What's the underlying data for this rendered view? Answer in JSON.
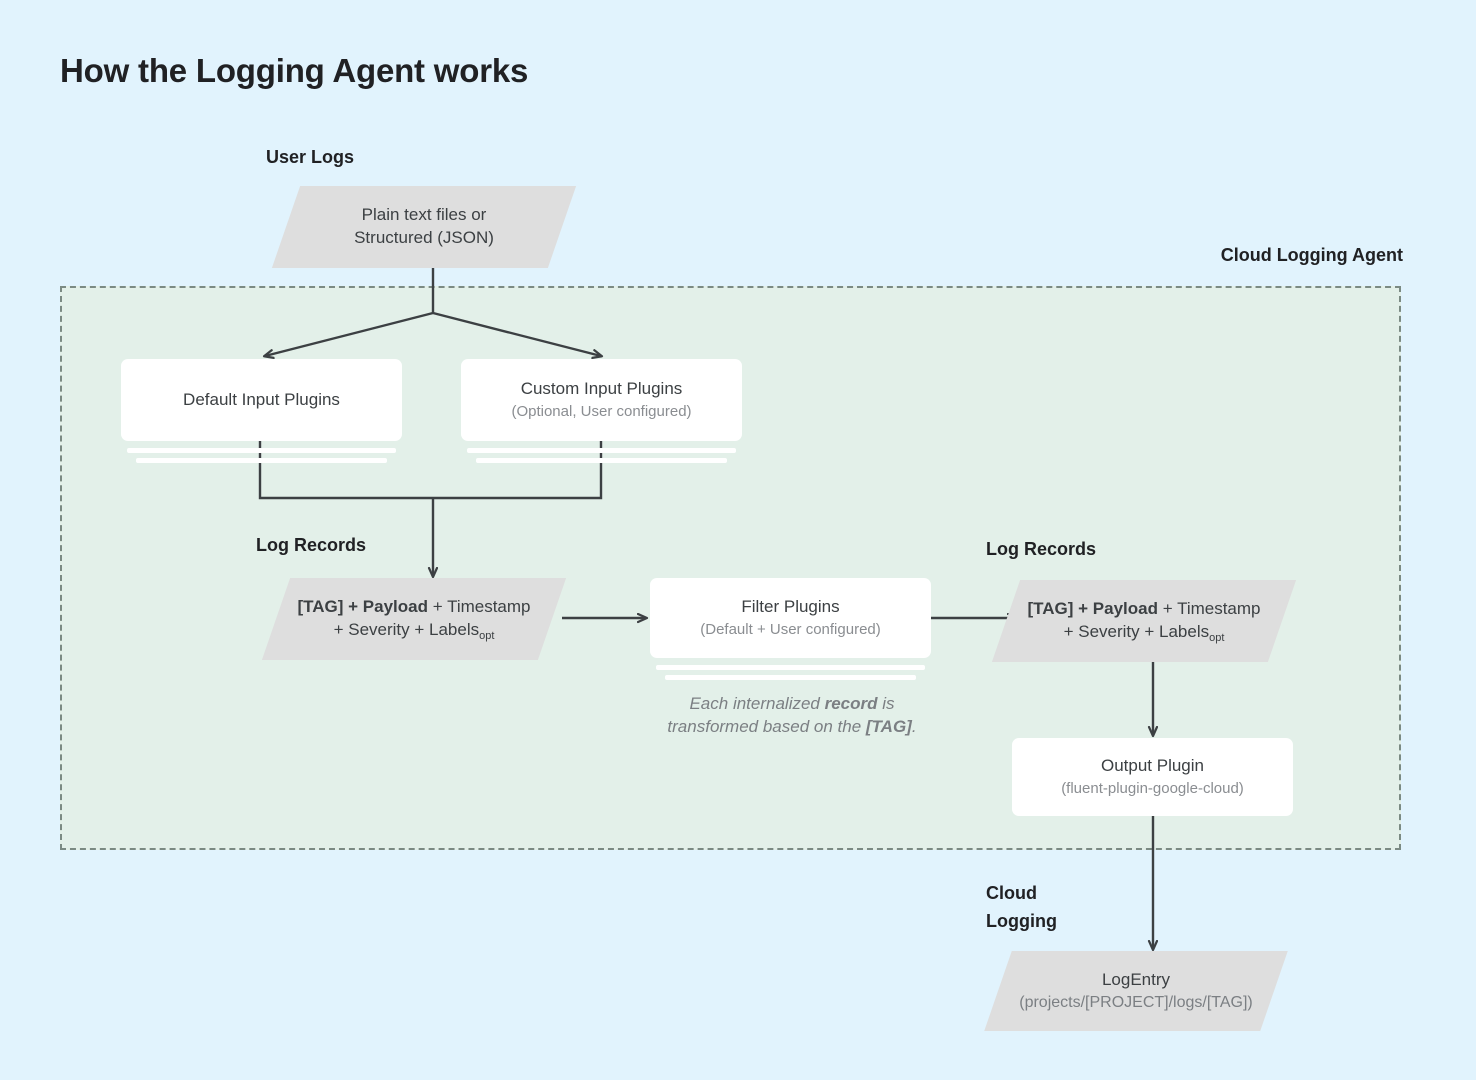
{
  "page": {
    "title": "How the Logging Agent works",
    "background_color": "#e1f3fd",
    "agent_region_color": "#e3f0e9",
    "node_fill_color": "#dedede",
    "card_color": "#ffffff",
    "line_color": "#3c4043"
  },
  "labels": {
    "user_logs": "User Logs",
    "cloud_logging_agent": "Cloud Logging Agent",
    "log_records_left": "Log Records",
    "log_records_right": "Log Records",
    "cloud_logging": "Cloud\nLogging",
    "cloud_logging_line1": "Cloud",
    "cloud_logging_line2": "Logging"
  },
  "nodes": {
    "user_logs_source": {
      "line1": "Plain text files or",
      "line2": "Structured (JSON)"
    },
    "default_input_plugins": {
      "title": "Default Input Plugins",
      "sub": ""
    },
    "custom_input_plugins": {
      "title": "Custom Input Plugins",
      "sub": "(Optional, User configured)"
    },
    "log_record_left": {
      "part_bold": "[TAG] + Payload",
      "part_rest": " + Timestamp",
      "line2": "+ Severity + Labels",
      "subscript": "opt"
    },
    "filter_plugins": {
      "title": "Filter Plugins",
      "sub": "(Default + User configured)"
    },
    "log_record_right": {
      "part_bold": "[TAG] + Payload",
      "part_rest": " + Timestamp",
      "line2": "+ Severity + Labels",
      "subscript": "opt"
    },
    "output_plugin": {
      "title": "Output Plugin",
      "sub": "(fluent-plugin-google-cloud)"
    },
    "log_entry": {
      "title": "LogEntry",
      "sub": "(projects/[PROJECT]/logs/[TAG])"
    }
  },
  "annotations": {
    "transform_note_line1_a": "Each internalized ",
    "transform_note_line1_b": "record",
    "transform_note_line1_c": " is",
    "transform_note_line2_a": "transformed based on the ",
    "transform_note_line2_b": "[TAG]",
    "transform_note_line2_c": "."
  }
}
